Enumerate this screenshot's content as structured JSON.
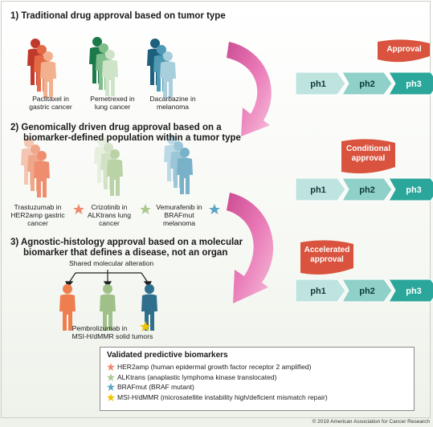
{
  "section1": {
    "title": "1) Traditional drug approval based on tumor type"
  },
  "section2": {
    "title_line1": "2) Genomically driven drug approval based on a",
    "title_line2": "biomarker-defined population within a tumor type"
  },
  "section3": {
    "title_line1": "3) Agnostic-histology approval based on a molecular",
    "title_line2": "biomarker that defines a disease, not an organ",
    "shared_label": "Shared molecular alteration"
  },
  "drugs1": [
    {
      "line1": "Paclitaxel in",
      "line2": "gastric cancer",
      "line3": ""
    },
    {
      "line1": "Pemetrexed in",
      "line2": "lung cancer",
      "line3": ""
    },
    {
      "line1": "Dacarbazine in",
      "line2": "melanoma",
      "line3": ""
    }
  ],
  "drugs2": [
    {
      "line1": "Trastuzumab in",
      "line2": "HER2amp gastric",
      "line3": "cancer"
    },
    {
      "line1": "Crizotinib in",
      "line2": "ALKtrans lung",
      "line3": "cancer"
    },
    {
      "line1": "Vemurafenib in",
      "line2": "BRAFmut",
      "line3": "melanoma"
    }
  ],
  "drug3": {
    "line1": "Pembrolizumab in",
    "line2": "MSI-H/dMMR solid tumors"
  },
  "pipelines": [
    {
      "phases": [
        "ph1",
        "ph2",
        "ph3"
      ],
      "banner_line1": "Approval",
      "banner_line2": ""
    },
    {
      "phases": [
        "ph1",
        "ph2",
        "ph3"
      ],
      "banner_line1": "Conditional",
      "banner_line2": "approval"
    },
    {
      "phases": [
        "ph1",
        "ph2",
        "ph3"
      ],
      "banner_line1": "Accelerated",
      "banner_line2": "approval"
    }
  ],
  "legend": {
    "title": "Validated predictive biomarkers",
    "items": [
      {
        "text": "HER2amp (human epidermal growth factor receptor 2 amplified)",
        "color": "#f08a6e"
      },
      {
        "text": "ALKtrans (anaplastic lymphoma kinase translocated)",
        "color": "#a9c98f"
      },
      {
        "text": "BRAFmut (BRAF mutant)",
        "color": "#5aa6c4"
      },
      {
        "text": "MSI-H/dMMR (microsatellite instability high/deficient mismatch repair)",
        "color": "#f2c100"
      }
    ]
  },
  "copyright": "© 2019 American Association for Cancer Research",
  "colors": {
    "banner_red": "#d9533e",
    "phase_fill": "#bfe3df",
    "phase_mid": "#8fd0c9",
    "phase_dark": "#2aa79a",
    "arrow_pink": "#e45a9e",
    "person_orange": "#ef7e4f",
    "person_green": "#7fae6e",
    "person_blue": "#2f6f8e"
  }
}
